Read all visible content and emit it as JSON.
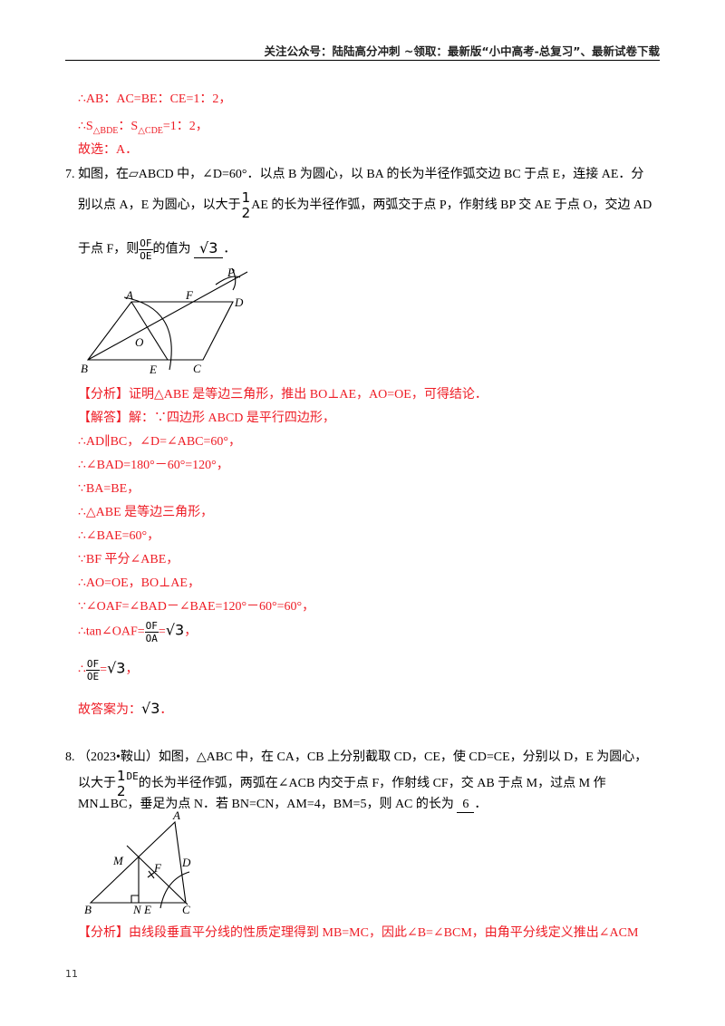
{
  "header": {
    "text": "关注公众号：陆陆高分冲刺  ~领取：最新版“小中高考-总复习”、最新试卷下载"
  },
  "prev_solution": {
    "line1": "∴AB：AC=BE：CE=1：2，",
    "line2_prefix": "∴S",
    "line2_sub1": "△BDE",
    "line2_mid": "：S",
    "line2_sub2": "△CDE",
    "line2_suffix": "=1：2，",
    "line3": "故选：A．"
  },
  "q7": {
    "number": "7.",
    "line1": "如图，在▱ABCD 中，∠D=60°．以点 B 为圆心，以 BA 的长为半径作弧交边 BC 于点 E，连接 AE．分",
    "line2_prefix": "别以点 A，E 为圆心，以大于",
    "frac_half_num": "1",
    "frac_half_den": "2",
    "line2_suffix": "AE 的长为半径作弧，两弧交于点 P，作射线 BP 交 AE 于点 O，交边 AD",
    "line3_prefix": "于点 F，则",
    "frac_num": "OF",
    "frac_den": "OE",
    "line3_mid": "的值为",
    "answer": "√3",
    "line3_suffix": "．",
    "figure_labels": {
      "A": "A",
      "B": "B",
      "C": "C",
      "D": "D",
      "E": "E",
      "F": "F",
      "O": "O",
      "P": "P"
    },
    "analysis_tag": "【分析】",
    "analysis": "证明△ABE 是等边三角形，推出 BO⊥AE，AO=OE，可得结论．",
    "solution_tag": "【解答】",
    "solution_lines": [
      "解：∵四边形 ABCD 是平行四边形，",
      "∴AD∥BC，∠D=∠ABC=60°，",
      "∴∠BAD=180°－60°=120°，",
      "∵BA=BE，",
      "∴△ABE 是等边三角形，",
      "∴∠BAE=60°，",
      "∵BF 平分∠ABE，",
      "∴AO=OE，BO⊥AE，",
      "∵∠OAF=∠BAD－∠BAE=120°－60°=60°，"
    ],
    "tan_prefix": "∴tan∠OAF=",
    "tan_frac_num": "OF",
    "tan_frac_den": "OA",
    "tan_eq": "=",
    "tan_val": "√3",
    "tan_suffix": "，",
    "ratio_prefix": "∴",
    "ratio_num": "OF",
    "ratio_den": "OE",
    "ratio_eq": "=",
    "ratio_val": "√3",
    "ratio_suffix": "，",
    "final_prefix": "故答案为：",
    "final_val": "√3",
    "final_suffix": "．"
  },
  "q8": {
    "number": "8.",
    "line1": "（2023•鞍山）如图，△ABC 中，在 CA，CB 上分别截取 CD，CE，使 CD=CE，分别以 D，E 为圆心，",
    "line2_prefix": "以大于",
    "frac_num": "1",
    "frac_den": "2",
    "frac_tail": "DE",
    "line2_suffix": "的长为半径作弧，两弧在∠ACB 内交于点 F，作射线 CF，交 AB 于点 M，过点 M 作",
    "line3_prefix": "MN⊥BC，垂足为点 N．若 BN=CN，AM=4，BM=5，则 AC 的长为",
    "answer": "6",
    "line3_suffix": "．",
    "figure_labels": {
      "A": "A",
      "B": "B",
      "C": "C",
      "D": "D",
      "E": "E",
      "F": "F",
      "M": "M",
      "N": "N"
    },
    "analysis_tag": "【分析】",
    "analysis": "由线段垂直平分线的性质定理得到 MB=MC，因此∠B=∠BCM，由角平分线定义推出∠ACM"
  },
  "footer": {
    "page_number": "11"
  }
}
